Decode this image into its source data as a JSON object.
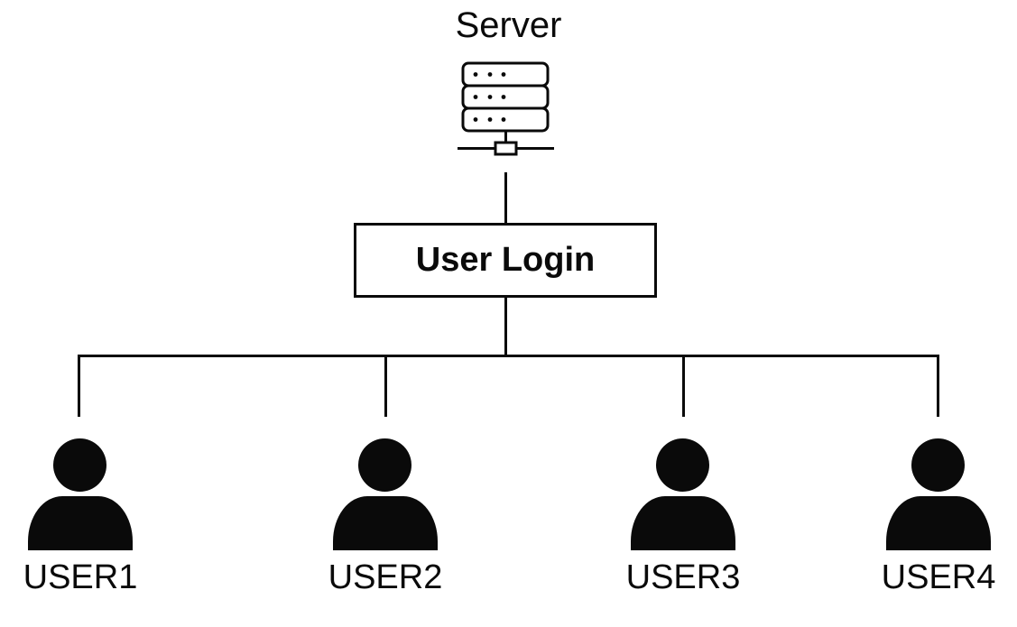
{
  "title": "Server",
  "login_box_label": "User Login",
  "users": [
    {
      "label": "USER1"
    },
    {
      "label": "USER2"
    },
    {
      "label": "USER3"
    },
    {
      "label": "USER4"
    }
  ],
  "icons": {
    "server": "server-stack-icon",
    "network_node": "network-node-icon",
    "user": "person-icon"
  },
  "colors": {
    "foreground": "#0a0a0a",
    "background": "#ffffff"
  }
}
